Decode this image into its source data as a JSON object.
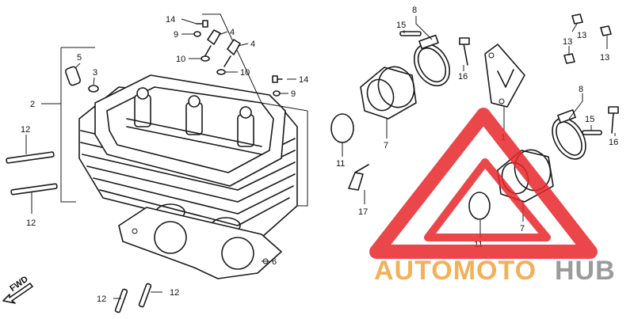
{
  "fwd_label": "FWD",
  "callouts": [
    {
      "id": "c14a",
      "text": "14"
    },
    {
      "id": "c9a",
      "text": "9"
    },
    {
      "id": "c4a",
      "text": "4"
    },
    {
      "id": "c4b",
      "text": "4"
    },
    {
      "id": "c10a",
      "text": "10"
    },
    {
      "id": "c10b",
      "text": "10"
    },
    {
      "id": "c5",
      "text": "5"
    },
    {
      "id": "c3",
      "text": "3"
    },
    {
      "id": "c2",
      "text": "2"
    },
    {
      "id": "c14b",
      "text": "14"
    },
    {
      "id": "c9b",
      "text": "9"
    },
    {
      "id": "c12a",
      "text": "12"
    },
    {
      "id": "c12b",
      "text": "12"
    },
    {
      "id": "c12c",
      "text": "12"
    },
    {
      "id": "c12d",
      "text": "12"
    },
    {
      "id": "c6",
      "text": "6"
    },
    {
      "id": "c8a",
      "text": "8"
    },
    {
      "id": "c15a",
      "text": "15"
    },
    {
      "id": "c16a",
      "text": "16"
    },
    {
      "id": "c7a",
      "text": "7"
    },
    {
      "id": "c11a",
      "text": "11"
    },
    {
      "id": "c17",
      "text": "17"
    },
    {
      "id": "c1",
      "text": "1"
    },
    {
      "id": "c13a",
      "text": "13"
    },
    {
      "id": "c13b",
      "text": "13"
    },
    {
      "id": "c13c",
      "text": "13"
    },
    {
      "id": "c8b",
      "text": "8"
    },
    {
      "id": "c15b",
      "text": "15"
    },
    {
      "id": "c16b",
      "text": "16"
    },
    {
      "id": "c7b",
      "text": "7"
    },
    {
      "id": "c11b",
      "text": "11"
    }
  ],
  "watermark": {
    "word_orange": "AUTOMOTO",
    "word_gray": "HUB",
    "color_red": "#e8262b",
    "color_orange": "#f2a33a",
    "color_gray": "#8a8a8a"
  }
}
